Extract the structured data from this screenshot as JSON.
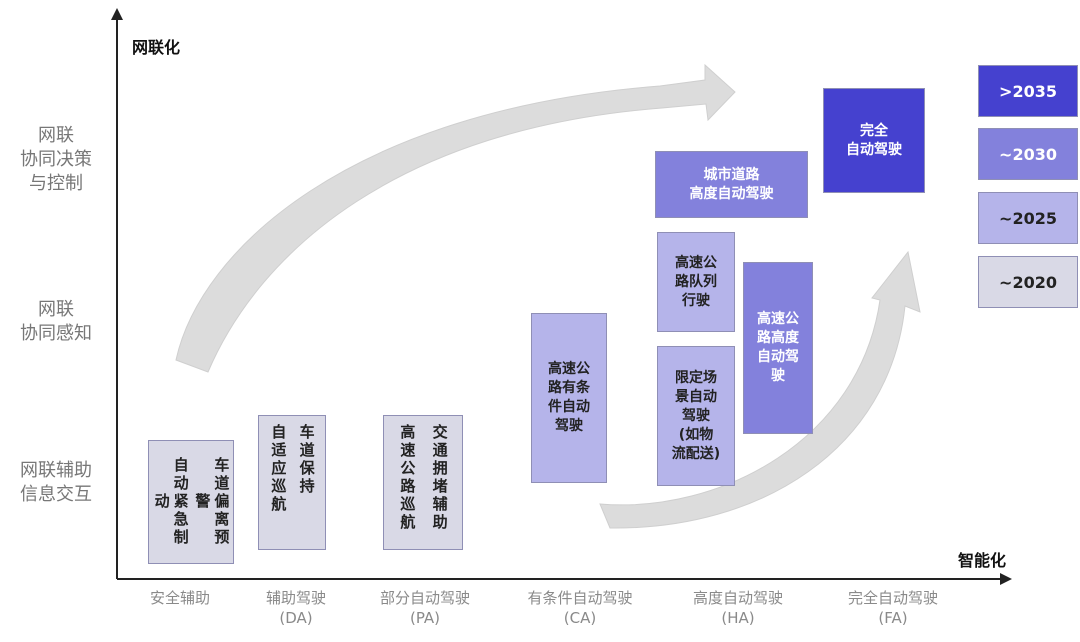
{
  "axes": {
    "y_title": "网联化",
    "x_title": "智能化",
    "y_levels": [
      "网联\n协同决策\n与控制",
      "网联\n协同感知",
      "网联辅助\n信息交互"
    ],
    "x_levels": [
      "安全辅助",
      "辅助驾驶\n(DA)",
      "部分自动驾驶\n(PA)",
      "有条件自动驾驶\n(CA)",
      "高度自动驾驶\n(HA)",
      "完全自动驾驶\n(FA)"
    ]
  },
  "boxes": {
    "safety": {
      "col1": "自动紧急制动",
      "col2": "车道偏离预警"
    },
    "da": {
      "col1": "自适应巡航",
      "col2": "车道保持"
    },
    "pa": {
      "col1": "高速公路巡航",
      "col2": "交通拥堵辅助"
    },
    "ca_highway": "高速公\n路有条\n件自动\n驾驶",
    "ha_limited": "限定场\n景自动\n驾驶\n(如物\n流配送)",
    "ha_platoon": "高速公\n路队列\n行驶",
    "ha_highway": "高速公\n路高度\n自动驾\n驶",
    "ha_urban": "城市道路\n高度自动驾驶",
    "fa": "完全\n自动驾驶"
  },
  "legend": [
    {
      "label": ">2035",
      "color": "#4541cf"
    },
    {
      "label": "~2030",
      "color": "#8381dc"
    },
    {
      "label": "~2025",
      "color": "#b5b4ea"
    },
    {
      "label": "~2020",
      "color": "#d9d9e6"
    }
  ]
}
